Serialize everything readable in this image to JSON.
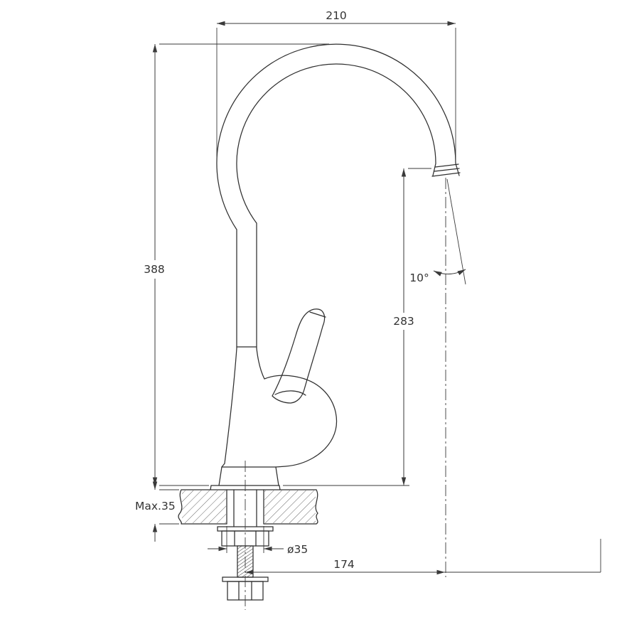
{
  "page": {
    "background": "#ffffff",
    "line_color": "#333333"
  },
  "drawing": {
    "type": "technical-drawing",
    "subject": "kitchen-faucet-side-elevation",
    "labels": {
      "top_width": "210",
      "overall_height": "388",
      "outlet_height": "283",
      "stream_angle": "10°",
      "max_counter_thickness": "Max.35",
      "hole_diameter": "ø35",
      "spout_reach": "174"
    }
  }
}
